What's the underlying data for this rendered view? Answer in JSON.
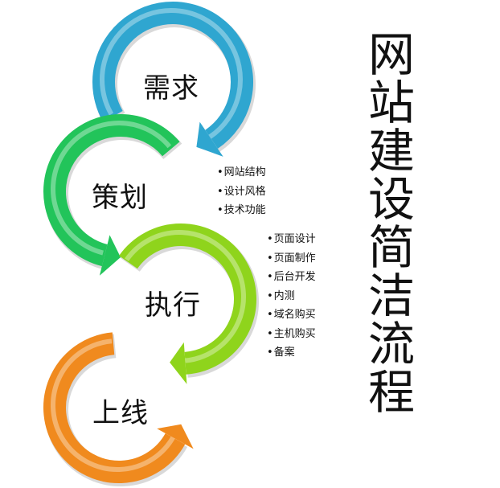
{
  "title": [
    "网",
    "站",
    "建",
    "设",
    "简",
    "洁",
    "流",
    "程"
  ],
  "stages": [
    {
      "label": "需求",
      "color": "#2fa6d0",
      "bullets": []
    },
    {
      "label": "策划",
      "color": "#22c45a",
      "bullets": [
        "网站结构",
        "设计风格",
        "技术功能"
      ]
    },
    {
      "label": "执行",
      "color": "#8fd41c",
      "bullets": [
        "页面设计",
        "页面制作",
        "后台开发",
        "内测",
        "域名购买",
        "主机购买",
        "备案"
      ]
    },
    {
      "label": "上线",
      "color": "#f08a1e",
      "bullets": []
    }
  ]
}
